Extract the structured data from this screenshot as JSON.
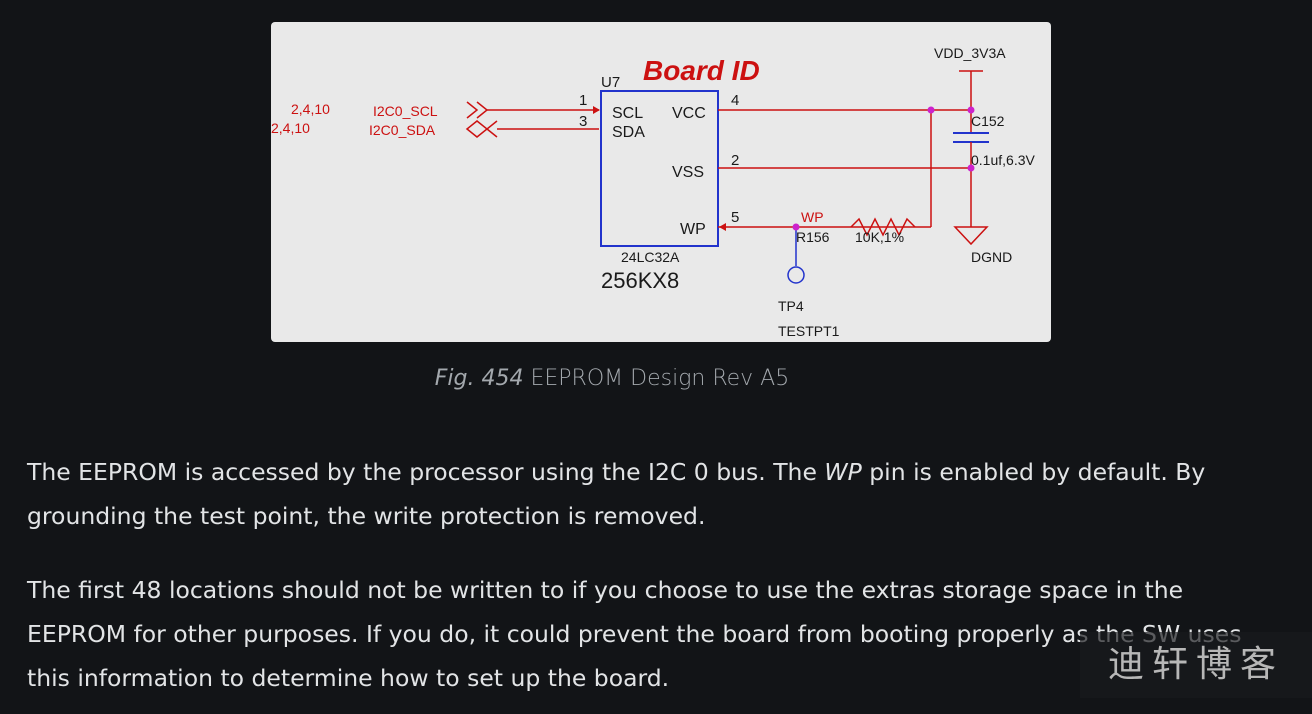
{
  "figure": {
    "schematic": {
      "title": "Board ID",
      "part_ref": "U7",
      "part_number": "24LC32A",
      "part_size": "256KX8",
      "net_ref_scl": "2,4,10",
      "net_ref_sda": "2,4,10",
      "net_scl": "I2C0_SCL",
      "net_sda": "I2C0_SDA",
      "pin_scl": "SCL",
      "pin_sda": "SDA",
      "pin_vcc": "VCC",
      "pin_vss": "VSS",
      "pin_wp": "WP",
      "pin_num_scl": "1",
      "pin_num_sda": "3",
      "pin_num_vcc": "4",
      "pin_num_vss": "2",
      "pin_num_wp": "5",
      "net_wp": "WP",
      "resistor_ref": "R156",
      "resistor_value": "10K,1%",
      "testpoint_ref": "TP4",
      "testpoint_type": "TESTPT1",
      "power_net": "VDD_3V3A",
      "ground_net": "DGND",
      "cap_ref": "C152",
      "cap_value": "0.1uf,6.3V"
    },
    "caption_label": "Fig. 454",
    "caption_text": " EEPROM Design Rev A5"
  },
  "body": {
    "p1_a": "The EEPROM is accessed by the processor using the I2C 0 bus. The ",
    "p1_em": "WP",
    "p1_b": " pin is enabled by default. By grounding the test point, the write protection is removed.",
    "p2": "The first 48 locations should not be written to if you choose to use the extras storage space in the EEPROM for other purposes. If you do, it could prevent the board from booting properly as the SW uses this information to determine how to set up the board."
  },
  "watermark": "迪轩博客",
  "colors": {
    "background": "#121417",
    "figure_background": "#e9e9e9",
    "wire_red": "#cc1111",
    "chip_outline": "#2233cc",
    "junction": "#cc22cc",
    "text_body": "#e2e4e6",
    "caption": "#a3a8ad"
  }
}
